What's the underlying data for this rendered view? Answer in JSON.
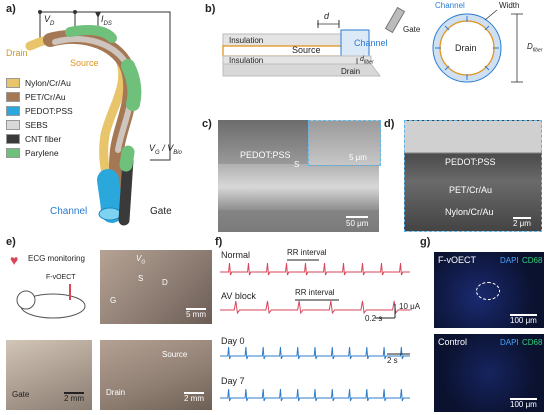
{
  "panels": {
    "a": {
      "label": "a)",
      "vd": "V",
      "vd_sub": "D",
      "ids": "I",
      "ids_sub": "DS",
      "drain": "Drain",
      "source": "Source",
      "channel": "Channel",
      "gate": "Gate",
      "vg": "V",
      "vg_sub": "G",
      "vbio": "/ V",
      "vbio_sub": "Bio",
      "legend": [
        {
          "label": "Nylon/Cr/Au",
          "color": "#e8c46a"
        },
        {
          "label": "PET/Cr/Au",
          "color": "#a57855"
        },
        {
          "label": "PEDOT:PSS",
          "color": "#2aa8dc"
        },
        {
          "label": "SEBS",
          "color": "#d8d8d8"
        },
        {
          "label": "CNT fiber",
          "color": "#3a3a3a"
        },
        {
          "label": "Parylene",
          "color": "#6fc07a"
        }
      ]
    },
    "b": {
      "label": "b)",
      "d": "d",
      "insulation_top": "Insulation",
      "source": "Source",
      "channel": "Channel",
      "gate": "Gate",
      "insulation_bottom": "Insulation",
      "dfiber": "d",
      "dfiber_sub": "fiber",
      "drain": "Drain",
      "circle_channel": "Channel",
      "width": "Width",
      "circle_drain": "Drain",
      "Dfiber": "D",
      "Dfiber_sub": "fiber"
    },
    "c": {
      "label": "c)",
      "pedot": "PEDOT:PSS",
      "s": "S",
      "inset_scale": "5 μm",
      "scale": "50 μm"
    },
    "d": {
      "label": "d)",
      "pedot": "PEDOT:PSS",
      "pet": "PET/Cr/Au",
      "nylon": "Nylon/Cr/Au",
      "scale": "2 μm"
    },
    "e": {
      "label": "e)",
      "ecg": "ECG monitoring",
      "fvoect": "F-vOECT",
      "vg": "V",
      "vg_sub": "G",
      "s": "S",
      "d": "D",
      "g": "G",
      "scale_top": "5 mm",
      "gate": "Gate",
      "scale_bl": "2 mm",
      "source": "Source",
      "drain": "Drain",
      "scale_br": "2 mm"
    },
    "f": {
      "label": "f)",
      "normal": "Normal",
      "rr1": "RR interval",
      "av": "AV block",
      "rr2": "RR interval",
      "scale_i": "10 μA",
      "scale_t": "0.2 s",
      "day0": "Day 0",
      "day7": "Day 7",
      "scale_t2": "2 s"
    },
    "g": {
      "label": "g)",
      "top_title": "F-vOECT",
      "dapi": "DAPI",
      "cd68": "CD68",
      "top_scale": "100 μm",
      "bottom_title": "Control",
      "dapi2": "DAPI",
      "cd68_2": "CD68",
      "bottom_scale": "100 μm"
    }
  },
  "colors": {
    "ecg_red": "#d9465a",
    "ecg_blue": "#2f7cc9",
    "channel_blue": "#2a7bd2",
    "source_orange": "#e1941f",
    "cd68_green": "#34d27a",
    "dapi_blue": "#4aa3ff"
  }
}
